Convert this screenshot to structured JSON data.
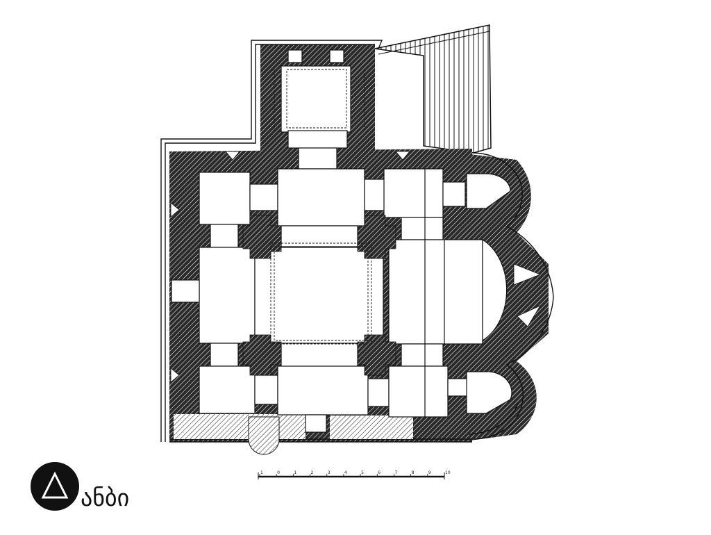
{
  "logo": {
    "text": "ანბი",
    "color": "#111111"
  },
  "scale_bar": {
    "ticks": [
      "1",
      "0",
      "1",
      "2",
      "3",
      "4",
      "5",
      "6",
      "7",
      "8",
      "9",
      "10"
    ]
  },
  "colors": {
    "ink": "#111111",
    "paper": "#ffffff"
  }
}
